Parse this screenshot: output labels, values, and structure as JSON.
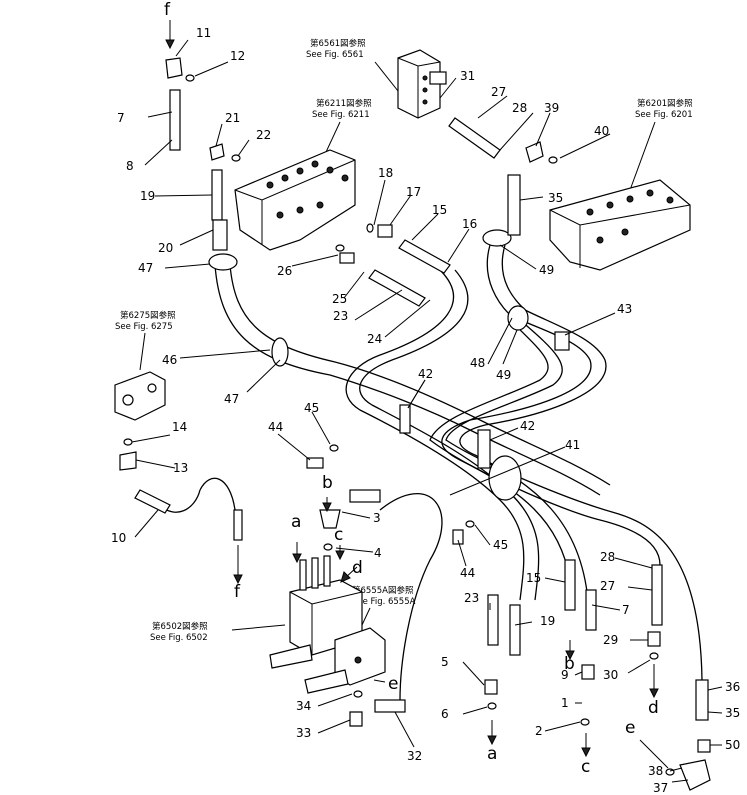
{
  "fig_refs": {
    "fig6561_jp": "第6561図参照",
    "fig6561_en": "See  Fig. 6561",
    "fig6211_jp": "第6211図参照",
    "fig6211_en": "See  Fig. 6211",
    "fig6201_jp": "第6201図参照",
    "fig6201_en": "See  Fig. 6201",
    "fig6275_jp": "第6275図参照",
    "fig6275_en": "See Fig. 6275",
    "fig6502_jp": "第6502図参照",
    "fig6502_en": "See  Fig. 6502",
    "fig6555a_jp": "第6555A図参照",
    "fig6555a_en": "See  Fig. 6555A"
  },
  "part_numbers": {
    "p1": "1",
    "p2": "2",
    "p3": "3",
    "p4": "4",
    "p5": "5",
    "p6": "6",
    "p7a": "7",
    "p7b": "7",
    "p8": "8",
    "p9": "9",
    "p10": "10",
    "p11": "11",
    "p12": "12",
    "p13": "13",
    "p14": "14",
    "p15a": "15",
    "p15b": "15",
    "p16": "16",
    "p17": "17",
    "p18": "18",
    "p19a": "19",
    "p19b": "19",
    "p20": "20",
    "p21": "21",
    "p22": "22",
    "p23a": "23",
    "p23b": "23",
    "p24": "24",
    "p25": "25",
    "p26": "26",
    "p27a": "27",
    "p27b": "27",
    "p28a": "28",
    "p28b": "28",
    "p29": "29",
    "p30": "30",
    "p31": "31",
    "p32": "32",
    "p33": "33",
    "p34": "34",
    "p35a": "35",
    "p35b": "35",
    "p36": "36",
    "p37": "37",
    "p38": "38",
    "p39": "39",
    "p40": "40",
    "p41": "41",
    "p42a": "42",
    "p42b": "42",
    "p43": "43",
    "p44a": "44",
    "p44b": "44",
    "p45a": "45",
    "p45b": "45",
    "p46": "46",
    "p47a": "47",
    "p47b": "47",
    "p48": "48",
    "p49a": "49",
    "p49b": "49",
    "p50": "50"
  },
  "connection_letters": {
    "f_top": "f",
    "f_bottom": "f",
    "a_upper": "a",
    "a_lower": "a",
    "b_upper": "b",
    "b_lower": "b",
    "c_upper": "c",
    "c_lower": "c",
    "d_upper": "d",
    "d_lower": "d",
    "e_upper": "e",
    "e_lower": "e"
  }
}
